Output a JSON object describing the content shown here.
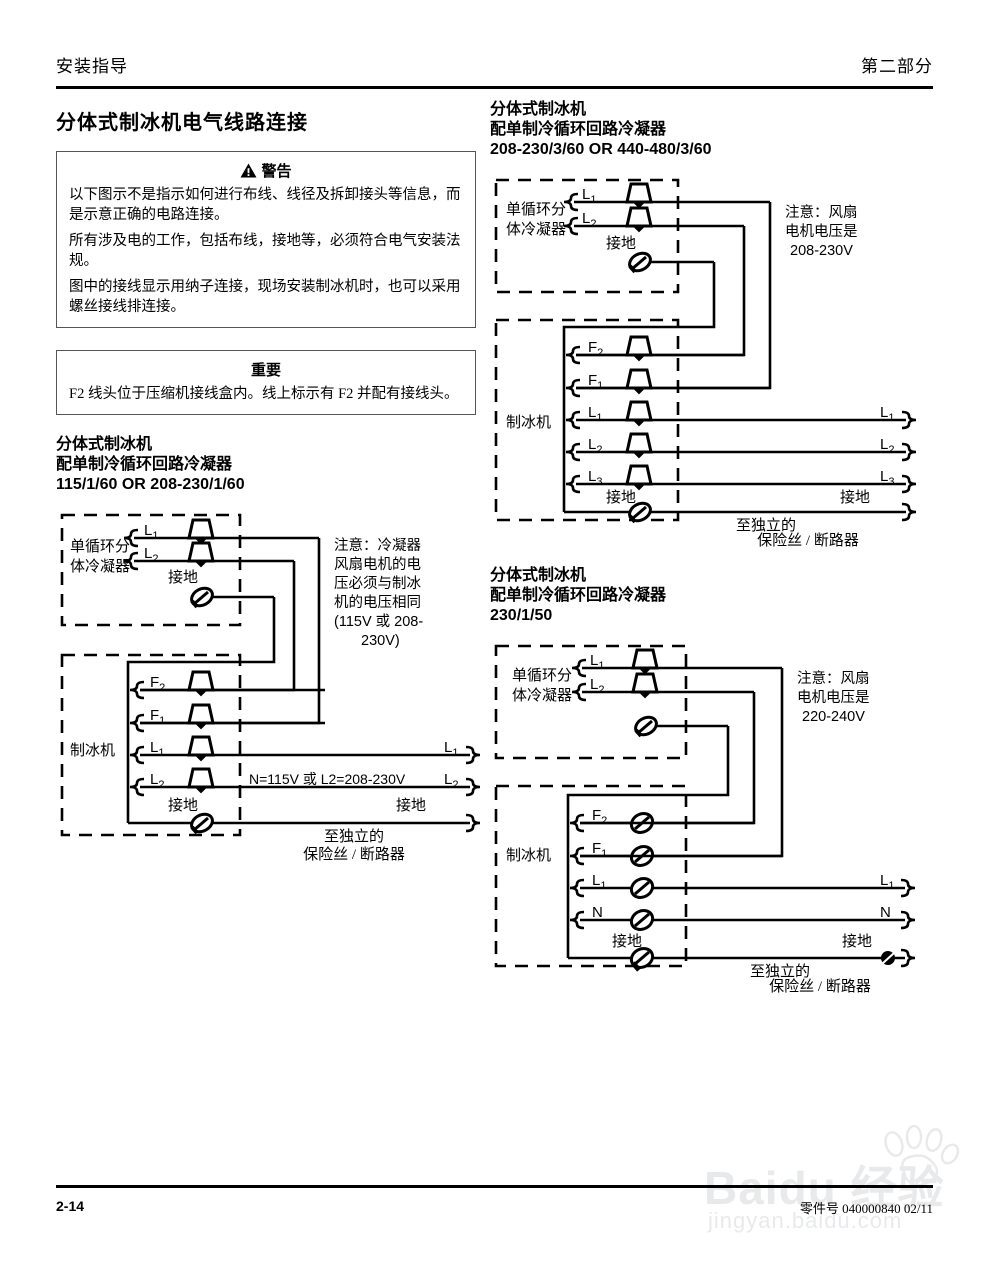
{
  "header": {
    "left": "安装指导",
    "right": "第二部分"
  },
  "footer": {
    "page": "2-14",
    "part": "零件号 040000840 02/11"
  },
  "watermark": {
    "line1": "Baidu 经验",
    "line2": "jingyan.baidu.com"
  },
  "page_title": "分体式制冰机电气线路连接",
  "warning_box": {
    "title": "警告",
    "icon": "warning-triangle-icon",
    "paragraphs": [
      "以下图示不是指示如何进行布线、线径及拆卸接头等信息，而是示意正确的电路连接。",
      "所有涉及电的工作，包括布线，接地等，必须符合电气安装法规。",
      "图中的接线显示用纳子连接，现场安装制冰机时，也可以采用螺丝接线排连接。"
    ]
  },
  "important_box": {
    "title": "重要",
    "paragraphs": [
      "F2 线头位于压缩机接线盒内。线上标示有 F2 并配有接线头。"
    ]
  },
  "common": {
    "condenser_label": "单循环分\n体冷凝器",
    "icemaker_label": "制冰机",
    "ground_label": "接地",
    "supply_label": "至独立的\n保险丝 / 断路器",
    "supply_line1": "至独立的",
    "supply_line2": "保险丝 / 断路器"
  },
  "diagrams": [
    {
      "id": "diagram-115-1-60",
      "heading": {
        "line1": "分体式制冰机",
        "line2": "配单制冷循环回路冷凝器",
        "line3": "115/1/60 OR 208-230/1/60"
      },
      "note": "注意：冷凝器风扇电机的电压必须与制冰机的电压相同 (115V 或 208-230V)",
      "note_lines": [
        "注意：冷凝器",
        "风扇电机的电",
        "压必须与制冰",
        "机的电压相同",
        "(115V 或 208-",
        "230V)"
      ],
      "condenser_terminals": [
        "L₁",
        "L₂"
      ],
      "condenser_ground": "接地",
      "icemaker_terminals": [
        "F₂",
        "F₁",
        "L₁",
        "L₂"
      ],
      "icemaker_ground": "接地",
      "supply_terminals": [
        "L₁",
        "L₂"
      ],
      "supply_ground": "接地",
      "inline_note": "N=115V 或 L2=208-230V",
      "connector_type": "wire-nut"
    },
    {
      "id": "diagram-208-230-3-60",
      "heading": {
        "line1": "分体式制冰机",
        "line2": "配单制冷循环回路冷凝器",
        "line3": "208-230/3/60 OR 440-480/3/60"
      },
      "note_lines": [
        "注意：风扇",
        "电机电压是",
        "208-230V"
      ],
      "condenser_terminals": [
        "L₁",
        "L₂"
      ],
      "condenser_ground": "接地",
      "icemaker_terminals": [
        "F₂",
        "F₁",
        "L₁",
        "L₂",
        "L₃"
      ],
      "icemaker_ground": "接地",
      "supply_terminals": [
        "L₁",
        "L₂",
        "L₃"
      ],
      "supply_ground": "接地",
      "connector_type": "wire-nut"
    },
    {
      "id": "diagram-230-1-50",
      "heading": {
        "line1": "分体式制冰机",
        "line2": "配单制冷循环回路冷凝器",
        "line3": "230/1/50"
      },
      "note_lines": [
        "注意：风扇",
        "电机电压是",
        "220-240V"
      ],
      "condenser_terminals": [
        "L₁",
        "L₂"
      ],
      "condenser_ground": "",
      "icemaker_terminals": [
        "F₂",
        "F₁",
        "L₁",
        "N"
      ],
      "icemaker_ground": "接地",
      "supply_terminals": [
        "L₁",
        "N"
      ],
      "supply_ground": "接地",
      "connector_type": "screw-terminal"
    }
  ],
  "colors": {
    "ink": "#000000",
    "box_border": "#555555",
    "watermark": "#9aa0a6"
  }
}
